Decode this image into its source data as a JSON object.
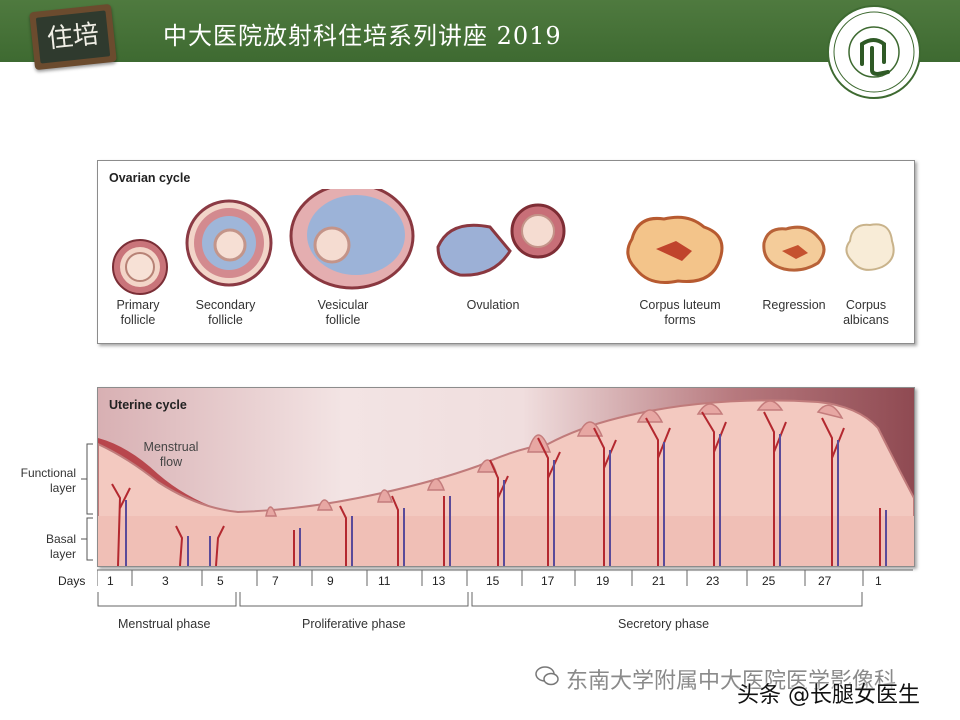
{
  "header": {
    "title": "中大医院放射科住培系列讲座 2019",
    "badge": "住培",
    "bg_color": "#4a7538"
  },
  "ovarian_cycle": {
    "title": "Ovarian cycle",
    "stages": [
      {
        "line1": "Primary",
        "line2": "follicle"
      },
      {
        "line1": "Secondary",
        "line2": "follicle"
      },
      {
        "line1": "Vesicular",
        "line2": "follicle"
      },
      {
        "line1": "Ovulation",
        "line2": ""
      },
      {
        "line1": "Corpus luteum",
        "line2": "forms"
      },
      {
        "line1": "Regression",
        "line2": ""
      },
      {
        "line1": "Corpus",
        "line2": "albicans"
      }
    ]
  },
  "uterine_cycle": {
    "title": "Uterine cycle",
    "menstrual_flow": {
      "line1": "Menstrual",
      "line2": "flow"
    },
    "functional_layer": {
      "line1": "Functional",
      "line2": "layer"
    },
    "basal_layer": {
      "line1": "Basal",
      "line2": "layer"
    },
    "days_label": "Days",
    "days": [
      "1",
      "3",
      "5",
      "7",
      "9",
      "11",
      "13",
      "15",
      "17",
      "19",
      "21",
      "23",
      "25",
      "27",
      "1"
    ],
    "phases": [
      "Menstrual phase",
      "Proliferative phase",
      "Secretory phase"
    ]
  },
  "watermarks": {
    "wechat": "东南大学附属中大医院医学影像科",
    "toutiao": "头条 @长腿女医生"
  }
}
